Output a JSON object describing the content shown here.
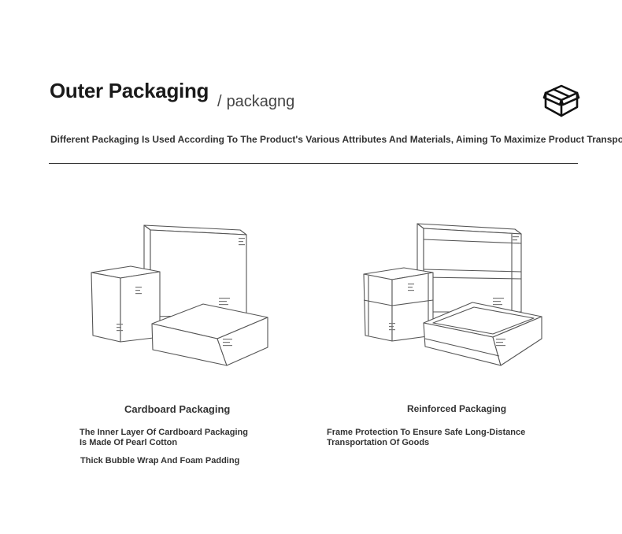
{
  "header": {
    "title": "Outer Packaging",
    "subtitle_slash": "/",
    "subtitle": "packagng",
    "icon": "open-box-icon"
  },
  "tagline": "Different Packaging Is Used According To The Product's Various Attributes And Materials, Aiming To Maximize Product Transport Safety",
  "cards": [
    {
      "title": "Cardboard Packaging",
      "illustration": "cardboard-boxes-illustration",
      "features": [
        "The Inner Layer Of Cardboard Packaging Is Made Of Pearl Cotton",
        "Thick Bubble Wrap And Foam Padding"
      ]
    },
    {
      "title": "Reinforced Packaging",
      "illustration": "framed-boxes-illustration",
      "features": [
        "Frame Protection To Ensure Safe Long-Distance Transportation Of Goods"
      ]
    }
  ],
  "colors": {
    "text": "#222222",
    "line": "#333333",
    "illustration_stroke": "#555555"
  }
}
